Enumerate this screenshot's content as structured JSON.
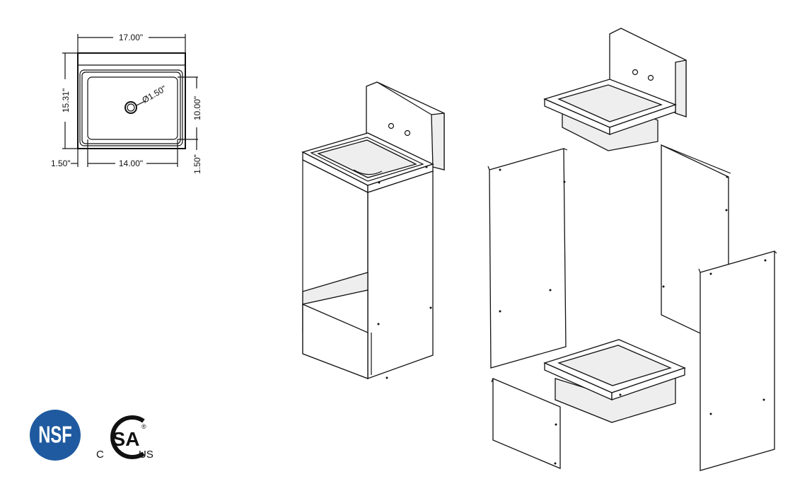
{
  "dimensions": {
    "overall_width": "17.00\"",
    "overall_depth": "15.31\"",
    "bowl_depth": "10.00\"",
    "bowl_width": "14.00\"",
    "left_offset": "1.50\"",
    "bottom_offset": "1.50\"",
    "drain_diameter": "Ø1.50\""
  },
  "certifications": {
    "nsf": "NSF",
    "csa": "SA",
    "csa_c": "C",
    "csa_us": "US"
  },
  "colors": {
    "nsf_blue": "#1f5aa0",
    "line": "#111111"
  }
}
